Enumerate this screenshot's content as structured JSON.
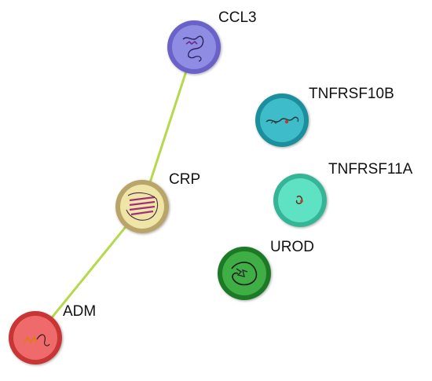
{
  "network": {
    "nodes": [
      {
        "id": "CCL3",
        "label": "CCL3",
        "color": "#8f8ce4",
        "ring": "#6a62c8"
      },
      {
        "id": "TNFRSF10B",
        "label": "TNFRSF10B",
        "color": "#3fbcc9",
        "ring": "#1e8f9c"
      },
      {
        "id": "CRP",
        "label": "CRP",
        "color": "#efe5a7",
        "ring": "#b9a569"
      },
      {
        "id": "TNFRSF11A",
        "label": "TNFRSF11A",
        "color": "#5fe1c4",
        "ring": "#35b596"
      },
      {
        "id": "UROD",
        "label": "UROD",
        "color": "#3fae45",
        "ring": "#1f7a28"
      },
      {
        "id": "ADM",
        "label": "ADM",
        "color": "#ef6a6a",
        "ring": "#c83535"
      }
    ],
    "edges": [
      {
        "source": "CCL3",
        "target": "CRP",
        "color": "#b5d94a"
      },
      {
        "source": "CRP",
        "target": "ADM",
        "color": "#b5d94a"
      }
    ]
  }
}
